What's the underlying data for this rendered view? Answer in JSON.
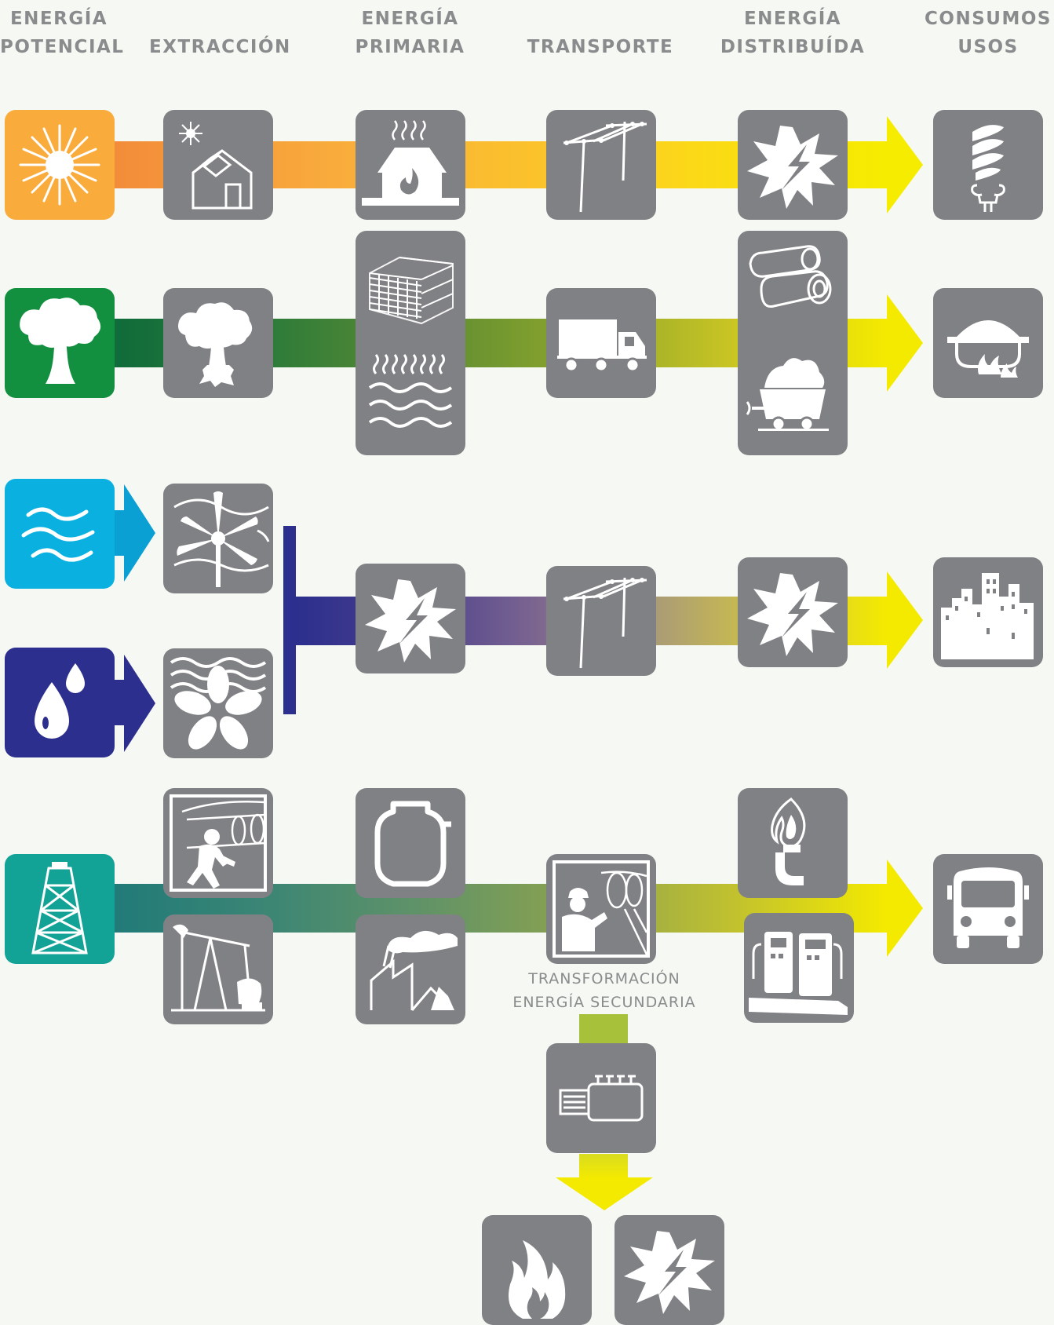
{
  "headers": {
    "potencial": {
      "line1": "ENERGÍA",
      "line2": "POTENCIAL"
    },
    "extraccion": {
      "line1": "",
      "line2": "EXTRACCIÓN"
    },
    "primaria": {
      "line1": "ENERGÍA",
      "line2": "PRIMARIA"
    },
    "transporte": {
      "line1": "",
      "line2": "TRANSPORTE"
    },
    "distribuida": {
      "line1": "ENERGÍA",
      "line2": "DISTRIBUÍDA"
    },
    "consumos": {
      "line1": "CONSUMOS",
      "line2": "USOS"
    }
  },
  "transformacion": {
    "line1": "TRANSFORMACIÓN",
    "line2": "ENERGÍA SECUNDARIA"
  },
  "colors": {
    "tile": "#808184",
    "solar": "#f9ac3c",
    "forest": "#13903f",
    "wind": "#0ab0df",
    "water": "#2c2f8d",
    "oil": "#13a396",
    "yellow": "#f4ea00"
  },
  "icons": {
    "row1": [
      "sun-icon",
      "solar-house-icon",
      "heated-house-icon",
      "power-line-icon",
      "electricity-icon",
      "light-bulb-icon"
    ],
    "row2": [
      "tree-icon",
      "tree-stump-icon",
      "lumber-icon",
      "heat-waves-icon",
      "truck-icon",
      "logs-icon",
      "coal-cart-icon",
      "cooking-pot-icon"
    ],
    "row3": [
      "wind-icon",
      "water-drop-icon",
      "wind-turbine-icon",
      "water-turbine-icon",
      "electricity-icon",
      "power-line-icon",
      "electricity-icon",
      "city-icon"
    ],
    "row4": [
      "oil-derrick-icon",
      "pipeline-worker-icon",
      "pumpjack-icon",
      "gas-tank-icon",
      "refinery-icon",
      "refinery-worker-icon",
      "gas-flame-icon",
      "fuel-pump-icon",
      "bus-icon"
    ],
    "secondary": [
      "transformer-icon",
      "fire-icon",
      "electricity-icon"
    ]
  }
}
